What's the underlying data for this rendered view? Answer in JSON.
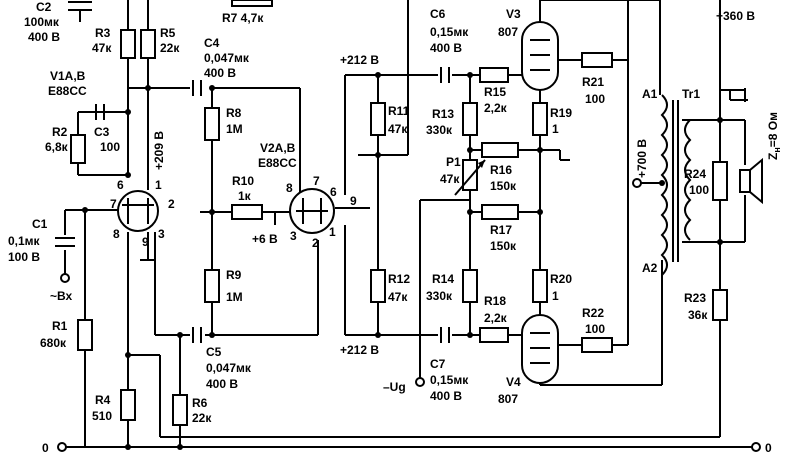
{
  "labels": {
    "c2_name": "C2",
    "c2_cap": "100мк",
    "c2_volt": "400 В",
    "r3_name": "R3",
    "r3_val": "47к",
    "r5_name": "R5",
    "r5_val": "22к",
    "r7": "R7 4,7к",
    "c4_name": "C4",
    "c4_cap": "0,047мк",
    "c4_volt": "400 В",
    "v1_name": "V1A,B",
    "v1_type": "E88CC",
    "r2_name": "R2",
    "r2_val": "6,8к",
    "c3_name": "C3",
    "c3_val": "100",
    "v1_plate_volt": "+209 В",
    "r8_name": "R8",
    "r8_val": "1M",
    "v2_name": "V2A,B",
    "v2_type": "E88CC",
    "r10_name": "R10",
    "r10_val": "1к",
    "bias6": "+6 В",
    "pin6": "6",
    "pin7": "7",
    "pin1": "1",
    "pin2": "2",
    "pin8": "8",
    "pin9": "9",
    "pin3": "3",
    "c1_name": "C1",
    "c1_cap": "0,1мк",
    "c1_volt": "100 В",
    "input": "~Вх",
    "r9_name": "R9",
    "r9_val": "1M",
    "r1_name": "R1",
    "r1_val": "680к",
    "c5_name": "C5",
    "c5_cap": "0,047мк",
    "c5_volt": "400 В",
    "r4_name": "R4",
    "r4_val": "510",
    "r6_name": "R6",
    "r6_val": "22к",
    "bus212_top": "+212 В",
    "bus212_bottom": "+212 В",
    "r11_name": "R11",
    "r11_val": "47к",
    "r12_name": "R12",
    "r12_val": "47к",
    "c6_name": "C6",
    "c6_cap": "0,15мк",
    "c6_volt": "400 В",
    "c7_name": "C7",
    "c7_cap": "0,15мк",
    "c7_volt": "400 В",
    "ug": "–Ug",
    "r13_name": "R13",
    "r13_val": "330к",
    "r14_name": "R14",
    "r14_val": "330к",
    "r15_name": "R15",
    "r15_val": "2,2к",
    "r18_name": "R18",
    "r18_val": "2,2к",
    "p1_name": "P1",
    "p1_val": "47к",
    "r16_name": "R16",
    "r16_val": "150к",
    "r17_name": "R17",
    "r17_val": "150к",
    "v3_name": "V3",
    "v3_type": "807",
    "v4_name": "V4",
    "v4_type": "807",
    "r19_name": "R19",
    "r19_val": "1",
    "r20_name": "R20",
    "r20_val": "1",
    "r21_name": "R21",
    "r21_val": "100",
    "r22_name": "R22",
    "r22_val": "100",
    "b360": "+360 В",
    "b700": "+700 В",
    "a1": "A1",
    "a2": "A2",
    "tr1": "Tr1",
    "r24_name": "R24",
    "r24_val": "100",
    "r23_name": "R23",
    "r23_val": "36к",
    "load": "Z",
    "load_sub": "н",
    "load_val": "=8 Ом",
    "ground_left": "0",
    "ground_right": "0"
  }
}
